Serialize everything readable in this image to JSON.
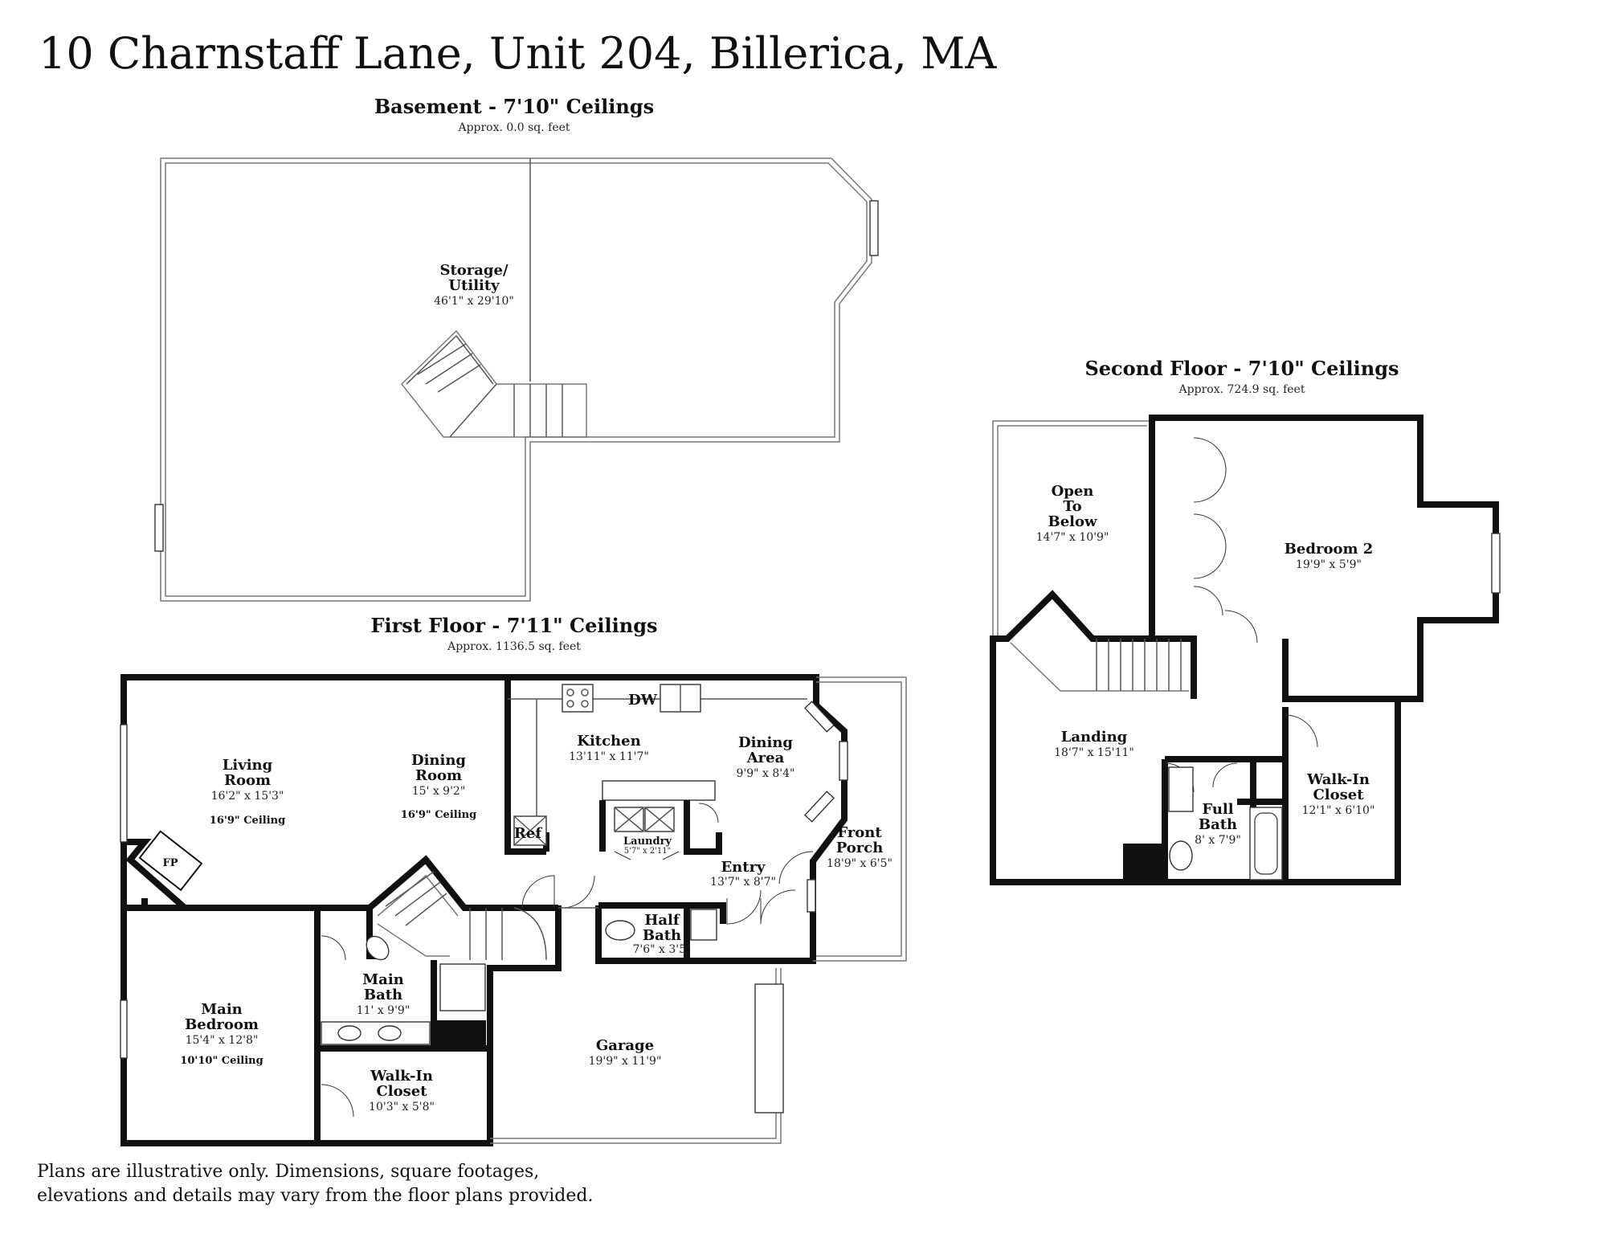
{
  "title": "10 Charnstaff Lane, Unit 204, Billerica, MA",
  "basement": {
    "heading": "Basement - 7'10\" Ceilings",
    "sqft": "Approx. 0.0 sq. feet",
    "rooms": [
      {
        "name": [
          "Storage/",
          "Utility"
        ],
        "dims": "46'1\" x 29'10\""
      }
    ]
  },
  "first_floor": {
    "heading": "First Floor - 7'11\" Ceilings",
    "sqft": "Approx. 1136.5 sq. feet",
    "rooms": {
      "living": {
        "name": [
          "Living",
          "Room"
        ],
        "dims": "16'2\" x 15'3\"",
        "ceiling": "16'9\" Ceiling"
      },
      "dining_room": {
        "name": [
          "Dining",
          "Room"
        ],
        "dims": "15' x 9'2\"",
        "ceiling": "16'9\" Ceiling"
      },
      "kitchen": {
        "name": [
          "Kitchen"
        ],
        "dims": "13'11\" x 11'7\""
      },
      "dining_area": {
        "name": [
          "Dining",
          "Area"
        ],
        "dims": "9'9\" x 8'4\""
      },
      "front_porch": {
        "name": [
          "Front",
          "Porch"
        ],
        "dims": "18'9\" x 6'5\""
      },
      "laundry": {
        "name": [
          "Laundry"
        ],
        "dims": "5'7\" x 2'11\""
      },
      "entry": {
        "name": [
          "Entry"
        ],
        "dims": "13'7\" x 8'7\""
      },
      "half_bath": {
        "name": [
          "Half",
          "Bath"
        ],
        "dims": "7'6\" x 3'5\""
      },
      "main_bedroom": {
        "name": [
          "Main",
          "Bedroom"
        ],
        "dims": "15'4\" x 12'8\"",
        "ceiling": "10'10\" Ceiling"
      },
      "main_bath": {
        "name": [
          "Main",
          "Bath"
        ],
        "dims": "11' x 9'9\""
      },
      "walkin_closet": {
        "name": [
          "Walk-In",
          "Closet"
        ],
        "dims": "10'3\" x 5'8\""
      },
      "garage": {
        "name": [
          "Garage"
        ],
        "dims": "19'9\" x 11'9\""
      }
    },
    "labels": {
      "fp": "FP",
      "ref": "Ref",
      "dw": "DW"
    }
  },
  "second_floor": {
    "heading": "Second Floor - 7'10\" Ceilings",
    "sqft": "Approx. 724.9 sq. feet",
    "rooms": {
      "open_below": {
        "name": [
          "Open",
          "To",
          "Below"
        ],
        "dims": "14'7\" x 10'9\""
      },
      "bedroom2": {
        "name": [
          "Bedroom 2"
        ],
        "dims": "19'9\" x 5'9\""
      },
      "landing": {
        "name": [
          "Landing"
        ],
        "dims": "18'7\" x 15'11\""
      },
      "full_bath": {
        "name": [
          "Full",
          "Bath"
        ],
        "dims": "8' x 7'9\""
      },
      "walkin_closet": {
        "name": [
          "Walk-In",
          "Closet"
        ],
        "dims": "12'1\" x 6'10\""
      }
    }
  },
  "footer": [
    "Plans are illustrative only. Dimensions, square footages,",
    "elevations and details may vary from the floor plans provided."
  ]
}
